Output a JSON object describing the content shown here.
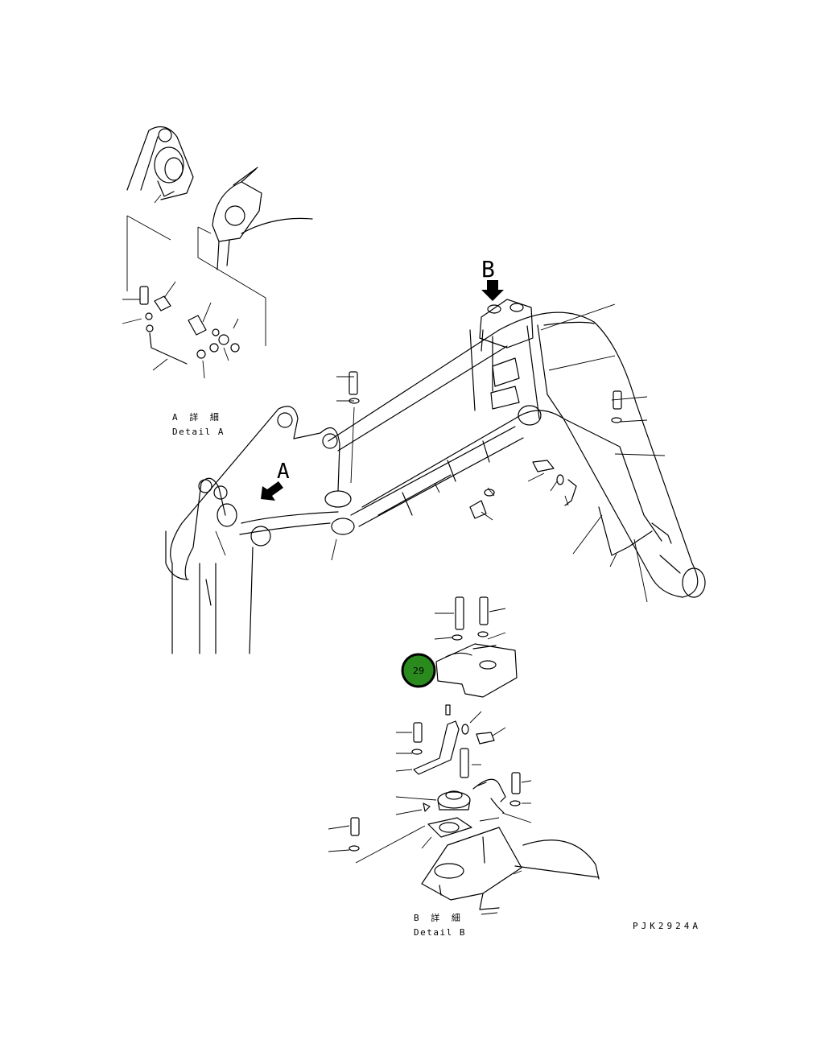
{
  "view_labels": {
    "a": "A",
    "b": "B"
  },
  "detail_a": {
    "jp": "A 詳 細",
    "en": "Detail A"
  },
  "detail_b": {
    "jp": "B 詳 細",
    "en": "Detail B"
  },
  "drawing_code": "PJK2924A",
  "callout": {
    "number": "29",
    "fill_color": "#2a8a1e",
    "ring_color": "#000000"
  }
}
